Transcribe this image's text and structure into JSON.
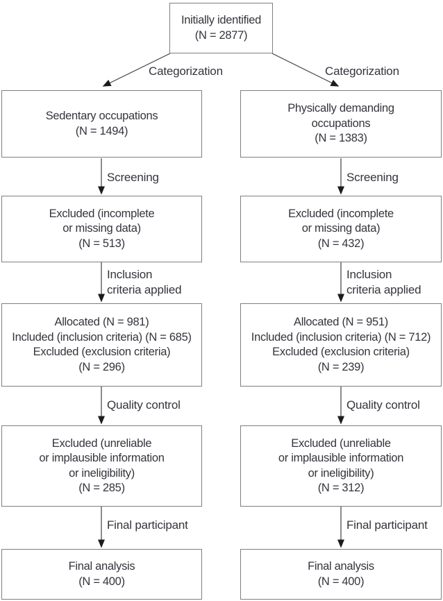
{
  "colors": {
    "box_border": "#7e7e81",
    "text": "#34343c",
    "arrow_line": "#3f3f44",
    "arrow_head": "#1c1c1c",
    "background": "#ffffff"
  },
  "flowchart": {
    "root": {
      "lines": [
        "Initially identified",
        "(N = 2877)"
      ]
    },
    "columns": [
      {
        "name": "sedentary-occupations",
        "branch_label": "Categorization",
        "edges": [
          {
            "label_lines": [
              "Screening"
            ]
          },
          {
            "label_lines": [
              "Inclusion",
              "criteria applied"
            ]
          },
          {
            "label_lines": [
              "Quality control"
            ]
          },
          {
            "label_lines": [
              "Final participant"
            ]
          }
        ],
        "boxes": [
          {
            "lines": [
              "Sedentary occupations",
              "(N = 1494)"
            ]
          },
          {
            "lines": [
              "Excluded (incomplete",
              "or missing data)",
              "(N = 513)"
            ]
          },
          {
            "lines": [
              "Allocated (N = 981)",
              "Included (inclusion criteria) (N = 685)",
              "Excluded (exclusion criteria)",
              "(N = 296)"
            ]
          },
          {
            "lines": [
              "Excluded (unreliable",
              "or implausible information",
              "or ineligibility)",
              "(N = 285)"
            ]
          },
          {
            "lines": [
              "Final analysis",
              "(N = 400)"
            ]
          }
        ]
      },
      {
        "name": "physically-demanding-occupations",
        "branch_label": "Categorization",
        "edges": [
          {
            "label_lines": [
              "Screening"
            ]
          },
          {
            "label_lines": [
              "Inclusion",
              "criteria applied"
            ]
          },
          {
            "label_lines": [
              "Quality control"
            ]
          },
          {
            "label_lines": [
              "Final participant"
            ]
          }
        ],
        "boxes": [
          {
            "lines": [
              "Physically demanding",
              "occupations",
              "(N = 1383)"
            ]
          },
          {
            "lines": [
              "Excluded (incomplete",
              "or missing data)",
              "(N = 432)"
            ]
          },
          {
            "lines": [
              "Allocated (N = 951)",
              "Included (inclusion criteria) (N = 712)",
              "Excluded (exclusion criteria)",
              "(N = 239)"
            ]
          },
          {
            "lines": [
              "Excluded (unreliable",
              "or implausible information",
              "or ineligibility)",
              "(N = 312)"
            ]
          },
          {
            "lines": [
              "Final analysis",
              "(N = 400)"
            ]
          }
        ]
      }
    ]
  }
}
